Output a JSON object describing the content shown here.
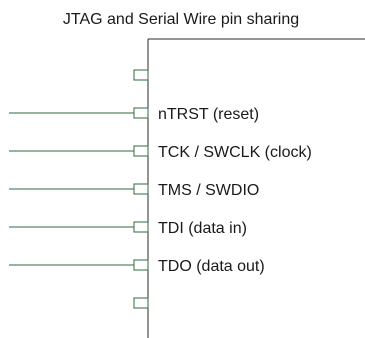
{
  "title": "JTAG and Serial Wire pin sharing",
  "pins": [
    {
      "label": "",
      "connected": false
    },
    {
      "label": "nTRST (reset)",
      "connected": true
    },
    {
      "label": "TCK / SWCLK (clock)",
      "connected": true
    },
    {
      "label": "TMS / SWDIO",
      "connected": true
    },
    {
      "label": "TDI (data in)",
      "connected": true
    },
    {
      "label": "TDO (data out)",
      "connected": true
    },
    {
      "label": "",
      "connected": false
    }
  ],
  "colors": {
    "wire": "#2f6b3a",
    "outline": "#2a2a2a",
    "text": "#1a1a1a"
  }
}
